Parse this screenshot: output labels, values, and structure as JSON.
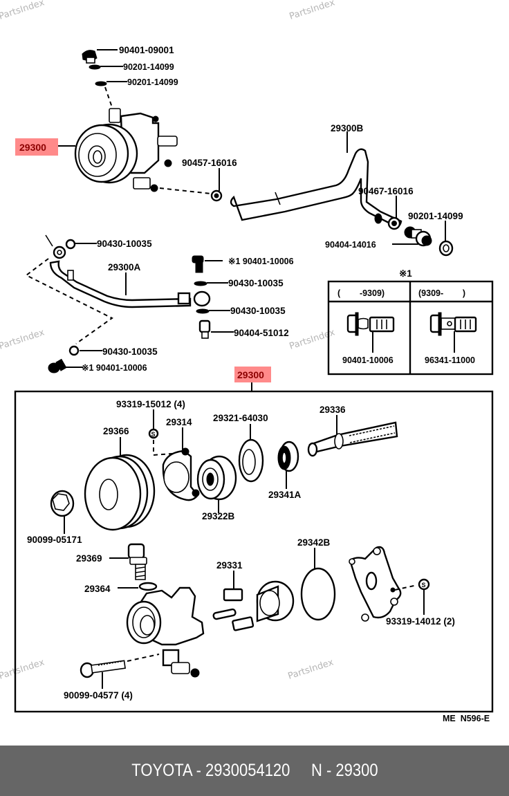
{
  "watermark": "PartsIndex",
  "highlight_color": "#ff8a8a",
  "upper": {
    "pump_label": "29300",
    "cap_bolt": "90401-09001",
    "gasket_1": "90201-14099",
    "gasket_2": "90201-14099",
    "clamp_left": "90457-16016",
    "hose_b": "29300B",
    "clamp_right": "90467-16016",
    "gasket_right": "90201-14099",
    "union_bolt": "90404-14016",
    "pipe_a": "29300A",
    "washer_top_left": "90430-10035",
    "bolt_note_1": "※1 90401-10006",
    "washer_r1": "90430-10035",
    "washer_r2": "90430-10035",
    "union_r": "90404-51012",
    "washer_bottom_left": "90430-10035",
    "bolt_note_2": "※1 90401-10006"
  },
  "note_table": {
    "title": "※1",
    "columns": [
      {
        "range": "(        -9309)",
        "part": "90401-10006"
      },
      {
        "range": "(9309-        )",
        "part": "96341-11000"
      }
    ]
  },
  "assembly": {
    "label": "29300",
    "parts": {
      "screw_4": "93319-15012 (4)",
      "plate": "29314",
      "pulley": "29366",
      "washer_seal": "29321-64030",
      "shaft": "29336",
      "nut": "90099-05171",
      "bearing": "29322B",
      "oil_seal": "29341A",
      "valve": "29369",
      "o_ring_small": "29364",
      "vane": "29331",
      "o_ring_large": "29342B",
      "screw_2": "93319-14012 (2)",
      "bolt_4": "90099-04577 (4)"
    }
  },
  "diagram_code": "ME  N596-E",
  "footer": {
    "text": "TOYOTA - 2930054120     N - 29300"
  }
}
